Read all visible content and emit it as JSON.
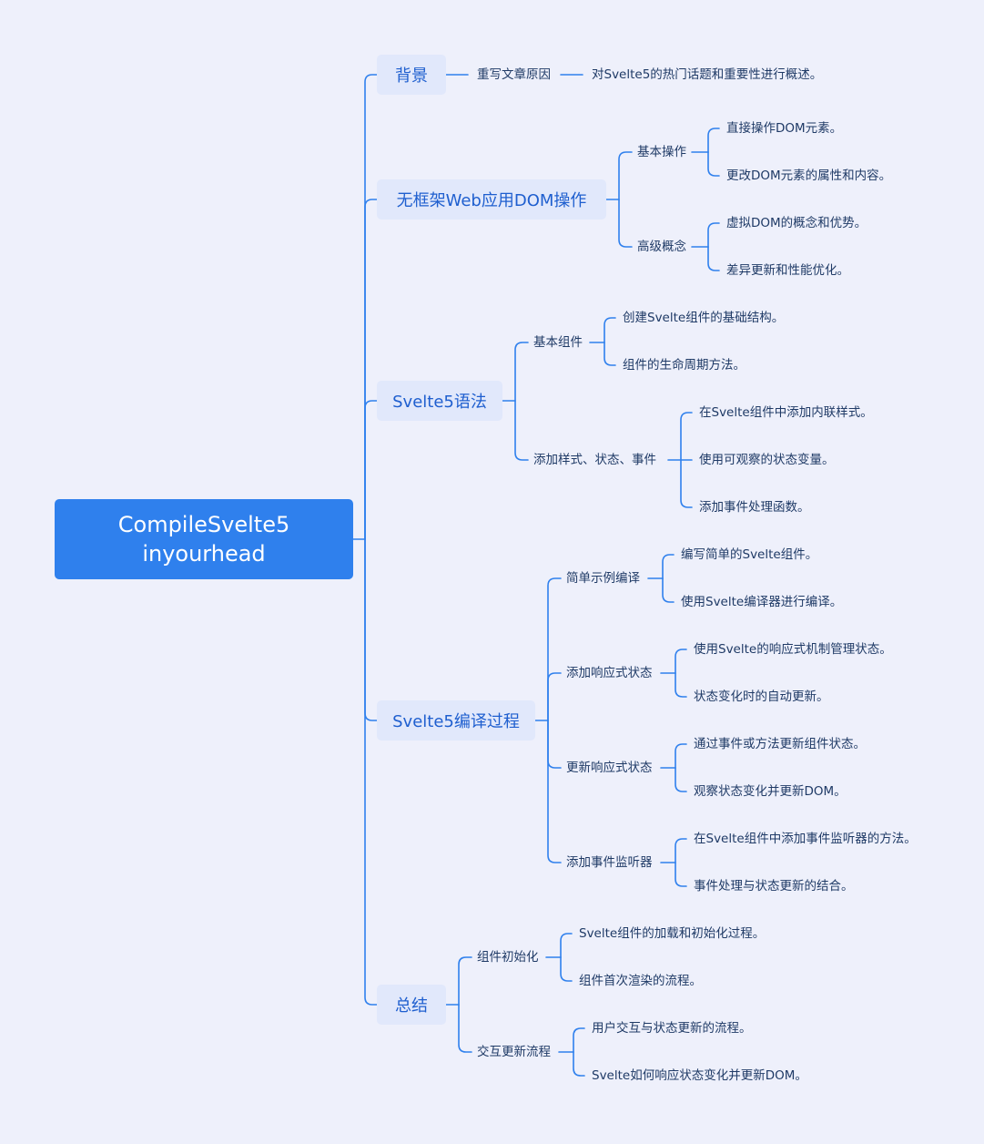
{
  "colors": {
    "background": "#eef0fb",
    "root_fill": "#2f80ed",
    "branch_fill": "#e1e8fb",
    "line": "#2f80ed",
    "branch_text": "#1f5fcf",
    "leaf_text": "#1f3a66"
  },
  "root": {
    "line1": "CompileSvelte5",
    "line2": "inyourhead"
  },
  "branches": [
    {
      "label": "背景",
      "children": [
        {
          "label": "重写文章原因",
          "children": [
            "对Svelte5的热门话题和重要性进行概述。"
          ]
        }
      ]
    },
    {
      "label": "无框架Web应用DOM操作",
      "children": [
        {
          "label": "基本操作",
          "children": [
            "直接操作DOM元素。",
            "更改DOM元素的属性和内容。"
          ]
        },
        {
          "label": "高级概念",
          "children": [
            "虚拟DOM的概念和优势。",
            "差异更新和性能优化。"
          ]
        }
      ]
    },
    {
      "label": "Svelte5语法",
      "children": [
        {
          "label": "基本组件",
          "children": [
            "创建Svelte组件的基础结构。",
            "组件的生命周期方法。"
          ]
        },
        {
          "label": "添加样式、状态、事件",
          "children": [
            "在Svelte组件中添加内联样式。",
            "使用可观察的状态变量。",
            "添加事件处理函数。"
          ]
        }
      ]
    },
    {
      "label": "Svelte5编译过程",
      "children": [
        {
          "label": "简单示例编译",
          "children": [
            "编写简单的Svelte组件。",
            "使用Svelte编译器进行编译。"
          ]
        },
        {
          "label": "添加响应式状态",
          "children": [
            "使用Svelte的响应式机制管理状态。",
            "状态变化时的自动更新。"
          ]
        },
        {
          "label": "更新响应式状态",
          "children": [
            "通过事件或方法更新组件状态。",
            "观察状态变化并更新DOM。"
          ]
        },
        {
          "label": "添加事件监听器",
          "children": [
            "在Svelte组件中添加事件监听器的方法。",
            "事件处理与状态更新的结合。"
          ]
        }
      ]
    },
    {
      "label": "总结",
      "children": [
        {
          "label": "组件初始化",
          "children": [
            "Svelte组件的加载和初始化过程。",
            "组件首次渲染的流程。"
          ]
        },
        {
          "label": "交互更新流程",
          "children": [
            "用户交互与状态更新的流程。",
            "Svelte如何响应状态变化并更新DOM。"
          ]
        }
      ]
    }
  ]
}
